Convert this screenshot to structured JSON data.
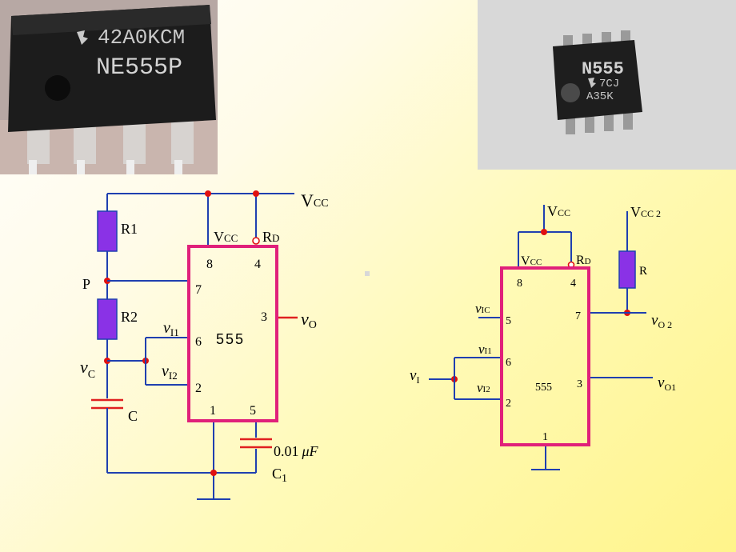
{
  "photos": {
    "dip": {
      "marking_line1": "42A0KCM",
      "marking_line2": "NE555P"
    },
    "smd": {
      "marking_line1": "N555",
      "marking_line2": "7CJ",
      "marking_line3": "A35K"
    }
  },
  "left_circuit": {
    "vcc": "V",
    "vcc_sub": "CC",
    "r1": "R",
    "r1_sub": "1",
    "r2": "R",
    "r2_sub": "2",
    "p": "P",
    "vc": "v",
    "vc_sub": "C",
    "c": "C",
    "c1_value": "0.01",
    "c1_unit": "μF",
    "c1": "C",
    "c1_sub": "1",
    "chip_label": "555",
    "pin_vcc": "V",
    "pin_vcc_sub": "CC",
    "pin_rd": "R",
    "pin_rd_sub": "D",
    "vi1": "v",
    "vi1_sub": "I1",
    "vi2": "v",
    "vi2_sub": "I2",
    "vo": "v",
    "vo_sub": "O",
    "pins": {
      "p8": "8",
      "p4": "4",
      "p7": "7",
      "p3": "3",
      "p6": "6",
      "p2": "2",
      "p1": "1",
      "p5": "5"
    }
  },
  "right_circuit": {
    "vcc": "V",
    "vcc_sub": "CC",
    "vcc2": "V",
    "vcc2_sub": "CC 2",
    "r": "R",
    "pin_vcc": "V",
    "pin_vcc_sub": "CC",
    "pin_rd": "R",
    "pin_rd_sub": "D",
    "vic": "v",
    "vic_sub": "IC",
    "vi1": "v",
    "vi1_sub": "I1",
    "vi2": "v",
    "vi2_sub": "I2",
    "vi": "v",
    "vi_sub": "I",
    "vo2": "v",
    "vo2_sub": "O 2",
    "vo1": "v",
    "vo1_sub": "O1",
    "chip_label": "555",
    "pins": {
      "p8": "8",
      "p4": "4",
      "p5": "5",
      "p7": "7",
      "p6": "6",
      "p2": "2",
      "p3": "3",
      "p1": "1"
    }
  }
}
